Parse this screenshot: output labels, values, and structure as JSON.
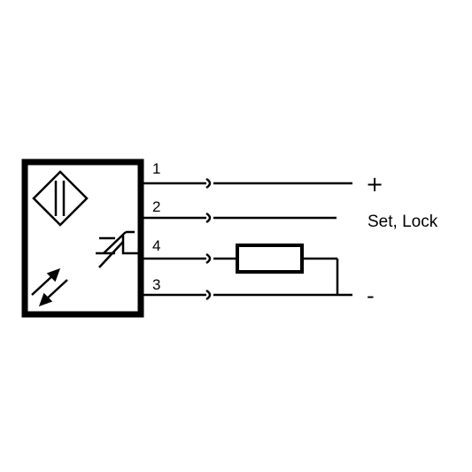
{
  "pins": [
    {
      "number": "1",
      "terminal": "+"
    },
    {
      "number": "2",
      "terminal": "Set, Lock"
    },
    {
      "number": "4",
      "terminal": ""
    },
    {
      "number": "3",
      "terminal": "-"
    }
  ],
  "colors": {
    "line": "#000000",
    "background": "#ffffff"
  },
  "icons": [
    "proximity-sensor-symbol-icon",
    "light-arrows-icon",
    "changeover-switch-icon",
    "connector-icon",
    "resistor-load-icon"
  ]
}
